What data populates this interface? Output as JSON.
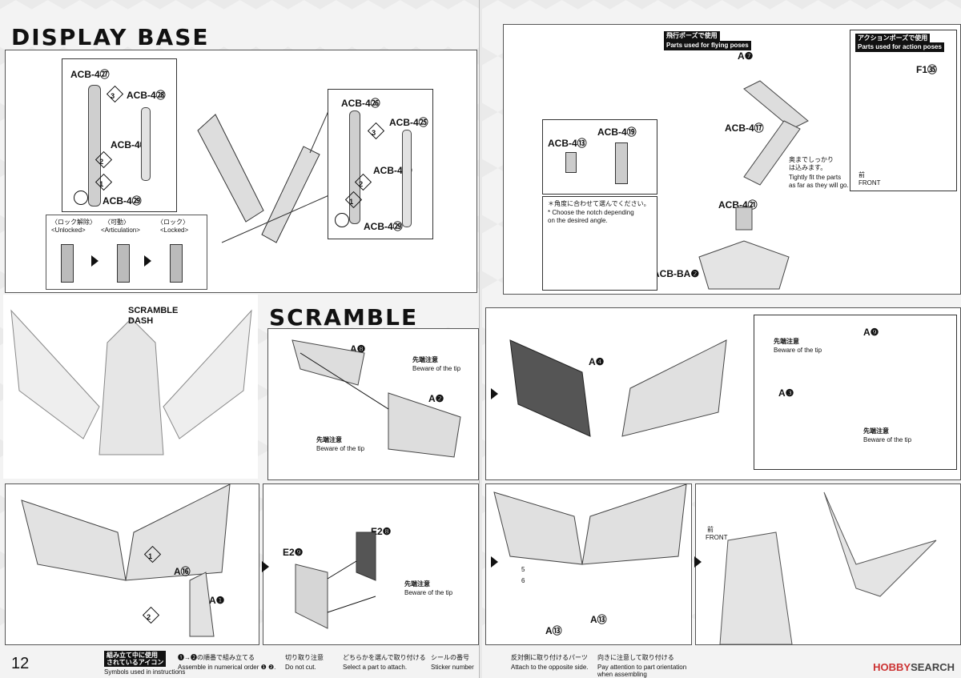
{
  "sections": {
    "display_base": "DISPLAY BASE",
    "scramble_dash": "SCRAMBLE DASH",
    "scramble_dash_caption": "SCRAMBLE\nDASH"
  },
  "display_base": {
    "parts_left": [
      "ACB-4㉗",
      "ACB-4㉘",
      "ACB-4㉓",
      "ACB-4㉙"
    ],
    "parts_right": [
      "ACB-4㉖",
      "ACB-4㉕",
      "ACB-4㉓",
      "ACB-4㉙"
    ],
    "steps": [
      "1",
      "2",
      "3"
    ],
    "states": [
      {
        "jp": "〈ロック解除〉",
        "en": "<Unlocked>"
      },
      {
        "jp": "〈可動〉",
        "en": "<Articulation>"
      },
      {
        "jp": "〈ロック〉",
        "en": "<Locked>"
      }
    ]
  },
  "flying": {
    "note_jp": "飛行ポーズで使用",
    "note_en": "Parts used for flying poses",
    "parts": [
      "A❼",
      "ACB-4⑬",
      "ACB-4⑲",
      "ACB-4⑰",
      "ACB-4㉑",
      "ACB-BA❷"
    ],
    "fit_jp": "奥までしっかり\nは込みます。",
    "fit_en": "Tightly fit the parts\nas far as they will go.",
    "notch_jp": "＊角度に合わせて選んでください。",
    "notch_en": "* Choose the notch depending\non the desired angle."
  },
  "action": {
    "note_jp": "アクションポーズで使用",
    "note_en": "Parts used for action poses",
    "part": "F1㉟",
    "front_jp": "前",
    "front_en": "FRONT"
  },
  "scramble": {
    "parts_a": [
      "A❽",
      "A❷",
      "A❹",
      "A❾",
      "A❸"
    ],
    "caution_jp": "先端注意",
    "caution_en": "Beware of the tip"
  },
  "lower": {
    "parts_left": [
      "A⑯",
      "A❶"
    ],
    "parts_mid": [
      "E2❾",
      "E2❽"
    ],
    "parts_right": [
      "A⑬",
      "A⑬"
    ],
    "sticker_nums": [
      "5",
      "6"
    ],
    "front_jp": "前",
    "front_en": "FRONT"
  },
  "footer": {
    "page": "12",
    "legend_title_jp": "組み立て中に使用\nされているアイコン",
    "legend_title_en": "Symbols used in instructions",
    "icons": [
      {
        "jp": "❶→❷の順番で組み立てる",
        "en": "Assemble in numerical order ❶ ❷."
      },
      {
        "jp": "切り取り注意",
        "en": "Do not cut."
      },
      {
        "jp": "どちらかを選んで取り付ける",
        "en": "Select a part to attach."
      },
      {
        "jp": "シールの番号",
        "en": "Sticker number"
      },
      {
        "jp": "反対側に取り付けるパーツ",
        "en": "Attach to the opposite side."
      },
      {
        "jp": "向きに注意して取り付ける",
        "en": "Pay attention to part orientation when assembling"
      }
    ],
    "logo_a": "HOBBY",
    "logo_b": "SEARCH"
  }
}
